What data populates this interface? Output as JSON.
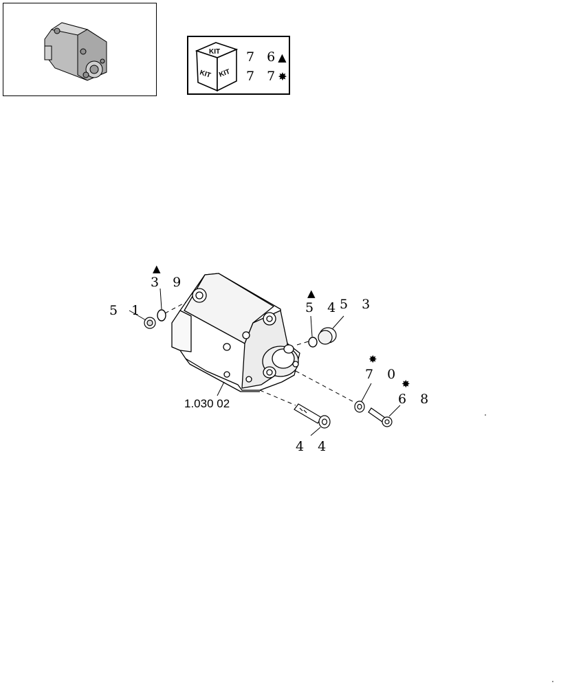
{
  "kit_box": {
    "kit_word": "KIT",
    "line1": {
      "number": "7 6",
      "symbol": "▲"
    },
    "line2": {
      "number": "7 7",
      "symbol": "✸"
    }
  },
  "callouts": {
    "c51": "5 1",
    "c39": "3 9",
    "c54": "5 4",
    "c53": "5 3",
    "c70": "7 0",
    "c68": "6 8",
    "c44": "4 4"
  },
  "markers": {
    "triangle": "▲",
    "star": "✸"
  },
  "reference": "1.030 02",
  "colors": {
    "line": "#000000",
    "body": "#ffffff",
    "shade": "#c8c8c8",
    "thumb_fill": "#bdbdbd"
  }
}
